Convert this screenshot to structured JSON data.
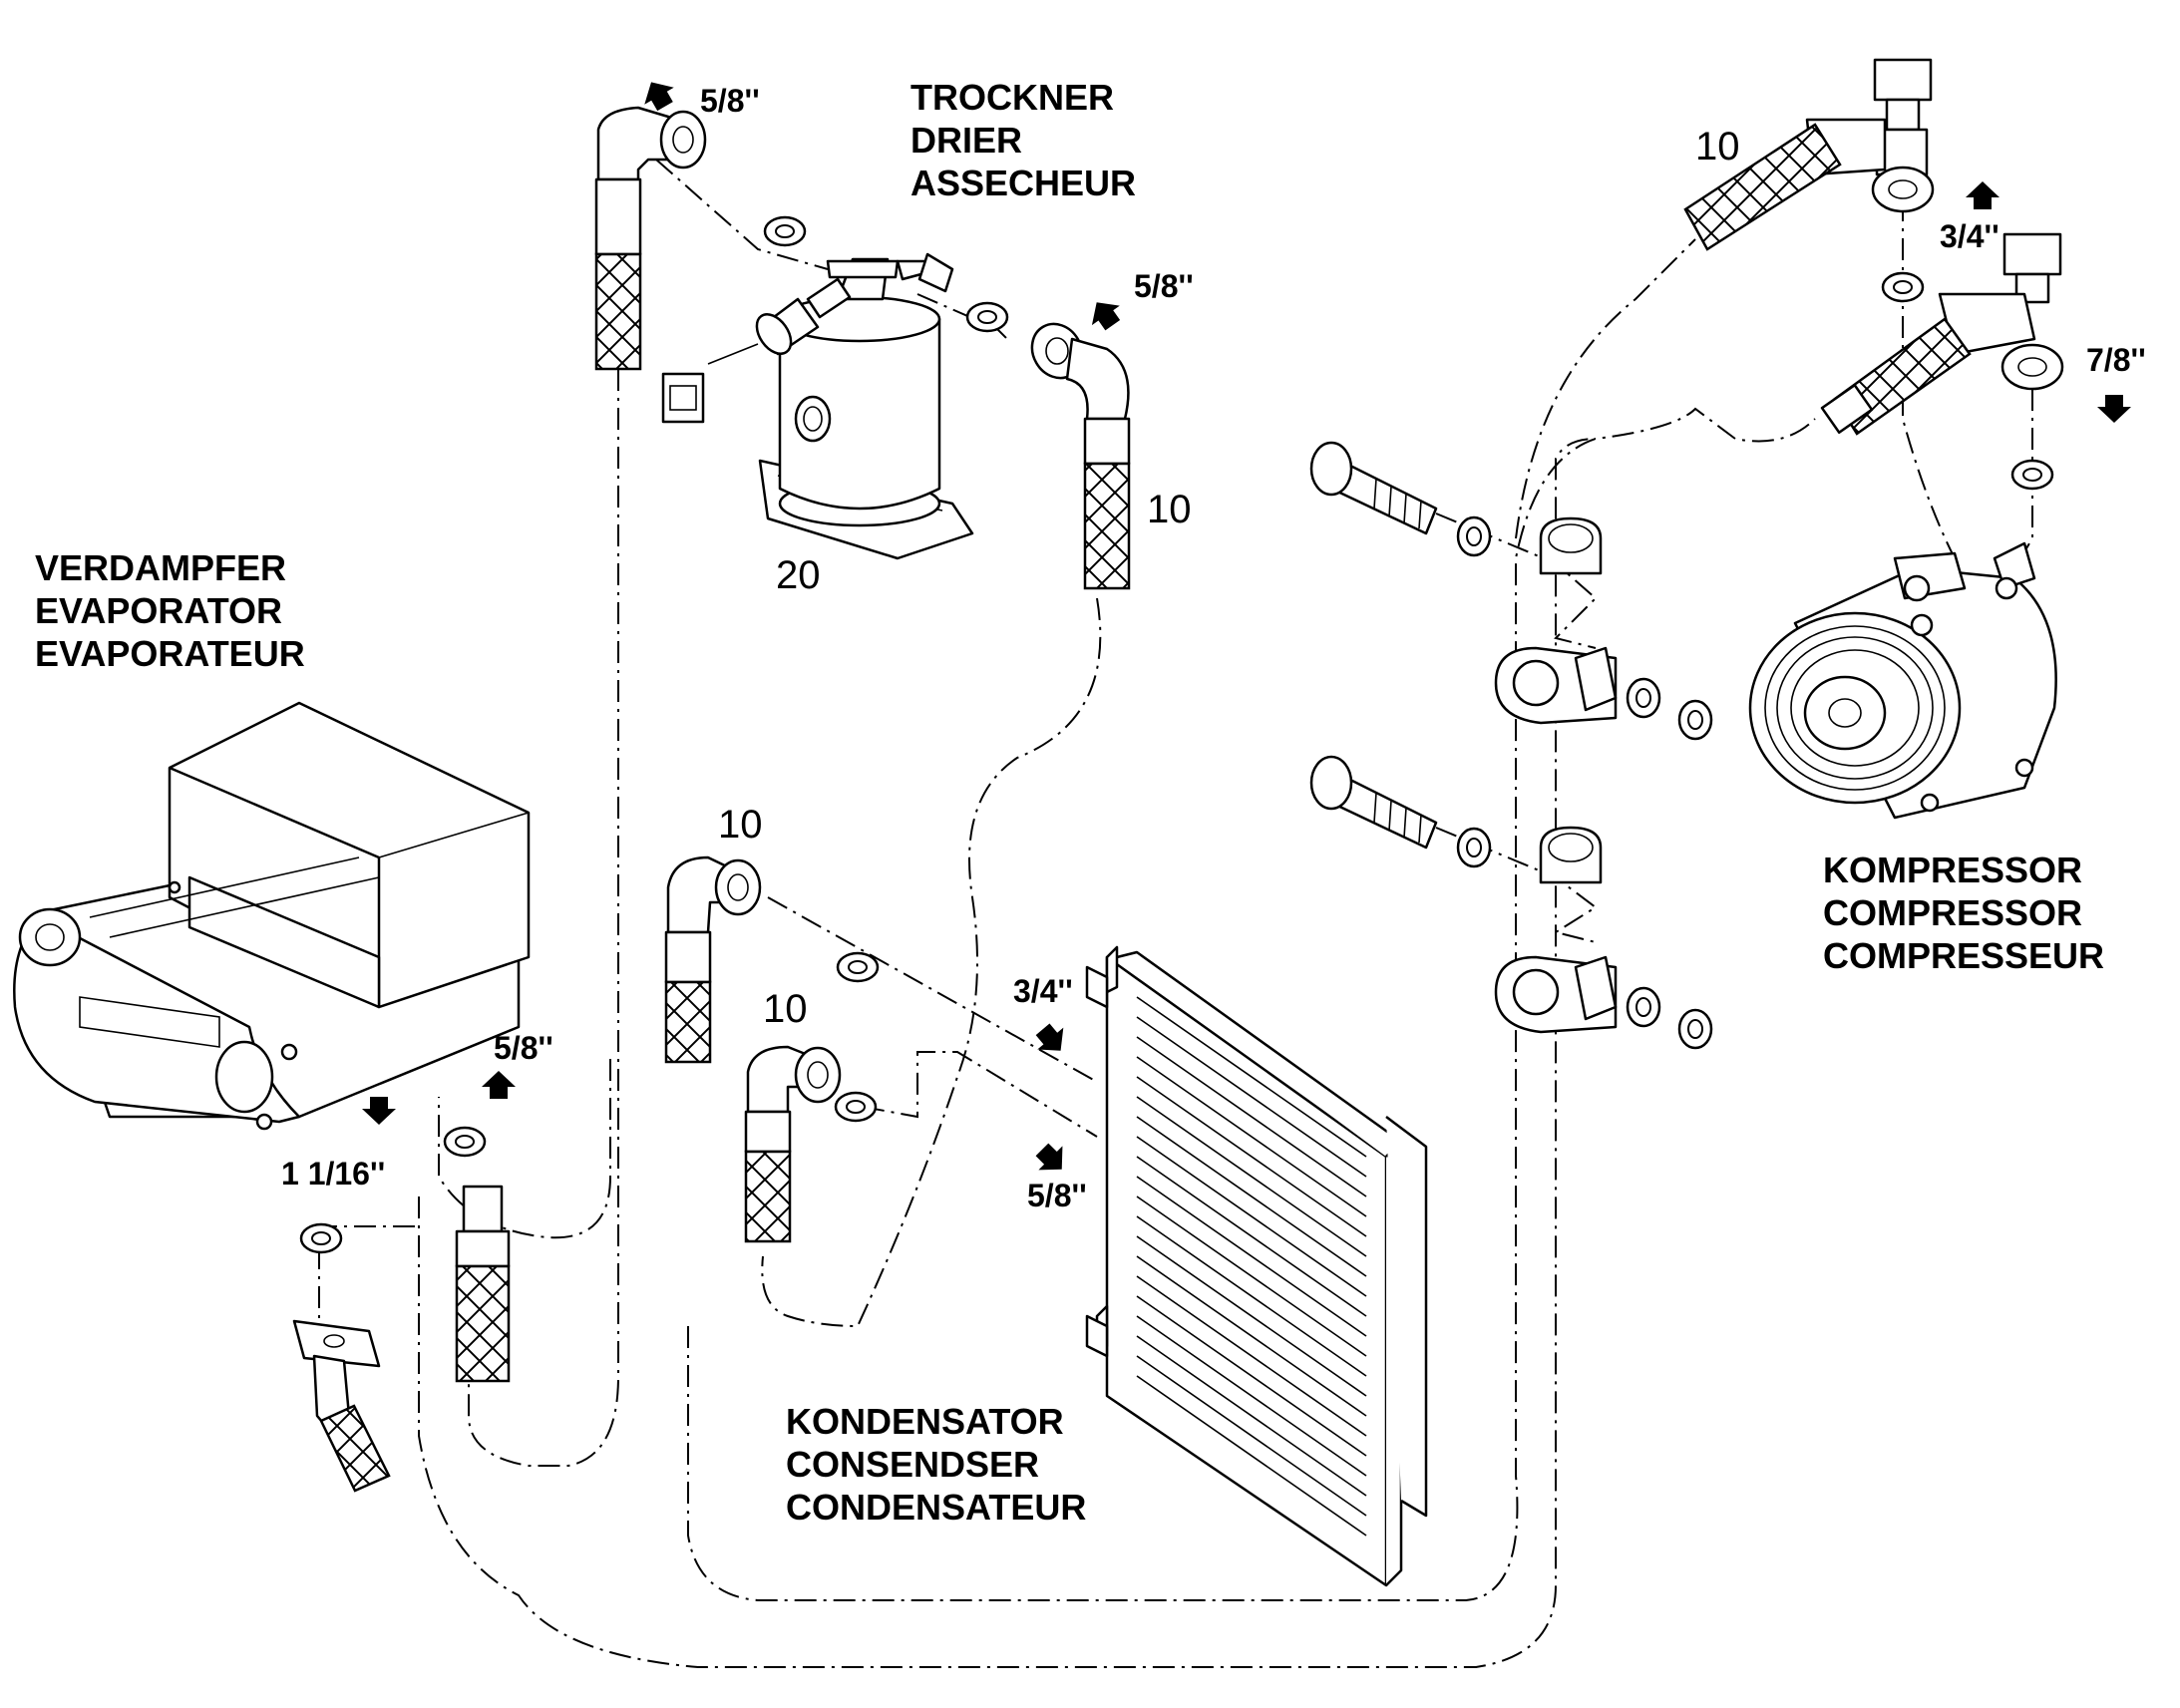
{
  "diagram": {
    "components": {
      "drier": {
        "lines": [
          "TROCKNER",
          "DRIER",
          "ASSECHEUR"
        ],
        "item_no": "20"
      },
      "evaporator": {
        "lines": [
          "VERDAMPFER",
          "EVAPORATOR",
          "EVAPORATEUR"
        ]
      },
      "condenser": {
        "lines": [
          "KONDENSATOR",
          "CONSENDSER",
          "CONDENSATEUR"
        ]
      },
      "compressor": {
        "lines": [
          "KOMPRESSOR",
          "COMPRESSOR",
          "COMPRESSEUR"
        ]
      }
    },
    "hose_item_no": "10",
    "fitting_sizes": {
      "drier_inlet": "5/8''",
      "drier_outlet": "5/8''",
      "compressor_discharge": "3/4''",
      "compressor_suction": "7/8''",
      "condenser_inlet": "3/4''",
      "condenser_outlet": "5/8''",
      "evaporator_inlet": "5/8''",
      "evaporator_outlet": "1 1/16''"
    }
  }
}
